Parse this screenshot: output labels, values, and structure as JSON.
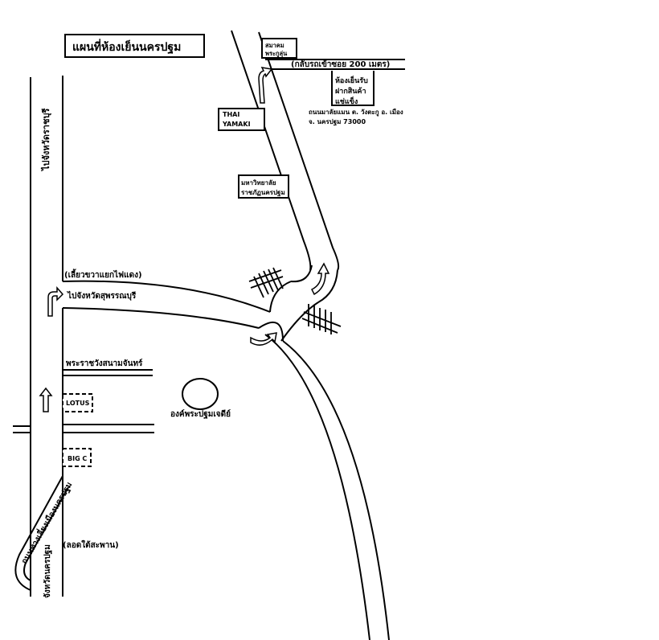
{
  "title": "แผนที่ห้องเย็นนครปฐม",
  "roads": {
    "to_ratchaburi": "ไปจังหวัดราชบุรี",
    "to_suphanburi": "ไปจังหวัดสุพรรณบุรี",
    "turn_right_at_light": "(เลี้ยวขวาแยกไฟแดง)",
    "sanam_chan_palace": "พระราชวังสนามจันทร์",
    "underpass": "(ลอดใต้สะพาน)",
    "nakhon_pathom_province": "จังหวัดนครปฐม",
    "diagonal_road": "ถนนทางเลี่ยงเมืองนครปฐม",
    "u_turn_200m": "(กลับรถเข้าซอย 200 เมตร)"
  },
  "landmarks": {
    "association_line1": "สมาคม",
    "association_line2": "พระกูลุ่น",
    "thai_yamaki_line1": "THAI",
    "thai_yamaki_line2": "YAMAKI",
    "university_line1": "มหาวิทยาลัย",
    "university_line2": "ราชภัฏนครปฐม",
    "lotus": "LOTUS",
    "big_c": "BIG C",
    "chedi": "องค์พระปฐมเจดีย์"
  },
  "destination": {
    "line1": "ห้องเย็นรับ",
    "line2": "ฝากสินค้า",
    "line3": "แช่แข็ง"
  },
  "address": {
    "line1": "ถนนมาลัยแมน ต. วังตะกู อ. เมือง",
    "line2": "จ. นครปฐม 73000"
  },
  "colors": {
    "ink": "#000000",
    "background": "#ffffff"
  }
}
